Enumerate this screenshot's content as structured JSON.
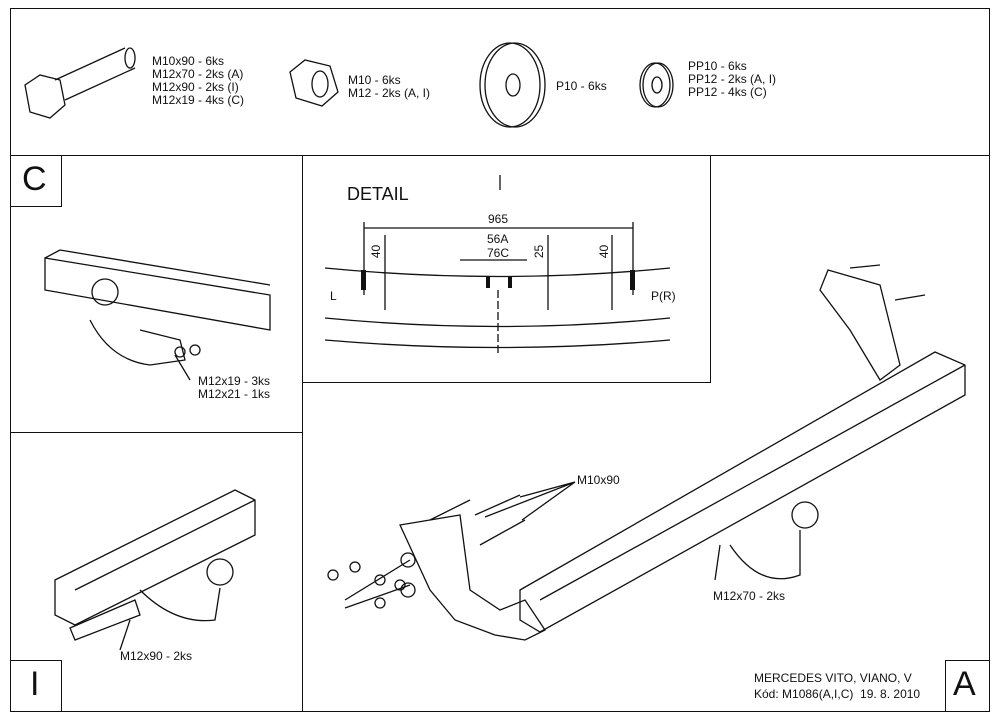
{
  "parts": {
    "bolts": [
      "M10x90 - 6ks",
      "M12x70 - 2ks (A)",
      "M12x90 - 2ks (I)",
      "M12x19 - 4ks (C)"
    ],
    "nuts": [
      "M10 - 6ks",
      "M12 - 2ks (A, I)"
    ],
    "washer_large": [
      "P10 - 6ks"
    ],
    "washer_small": [
      "PP10 - 6ks",
      "PP12 - 2ks (A, I)",
      "PP12 - 4ks (C)"
    ]
  },
  "panel_c": {
    "label": "C",
    "notes": [
      "M12x19 - 3ks",
      "M12x21 - 1ks"
    ]
  },
  "panel_i": {
    "label": "I",
    "notes": [
      "M12x90 - 2ks"
    ]
  },
  "panel_a": {
    "label": "A",
    "bolt_note": "M10x90",
    "ball_note": "M12x70 - 2ks"
  },
  "detail": {
    "title": "DETAIL",
    "width": "965",
    "center_a": "56A",
    "center_c": "76C",
    "dim_left": "40",
    "dim_mid": "25",
    "dim_right": "40",
    "left": "L",
    "right": "P(R)"
  },
  "title_block": {
    "model": "MERCEDES VITO, VIANO, V",
    "code": "Kód: M1086(A,I,C)  19. 8. 2010"
  }
}
